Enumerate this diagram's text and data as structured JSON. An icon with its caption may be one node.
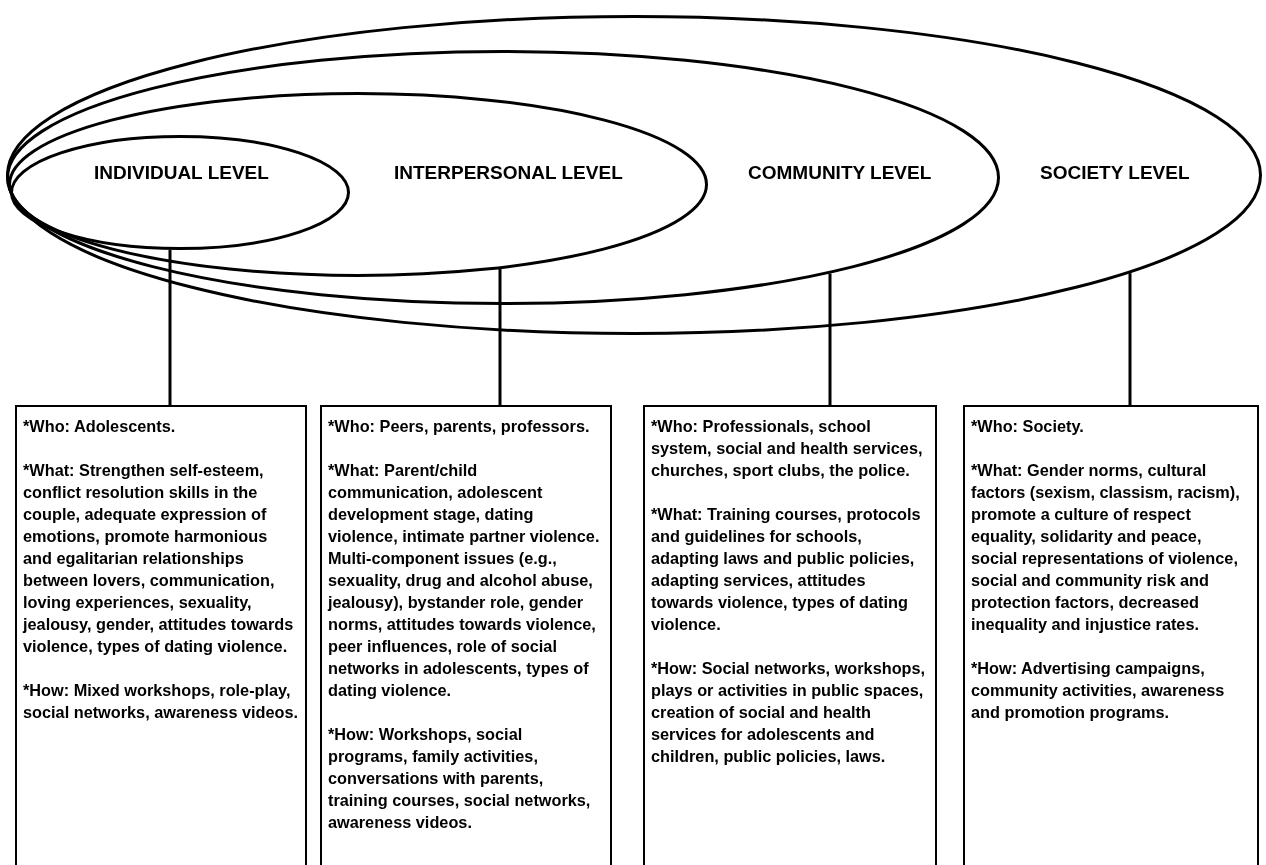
{
  "diagram": {
    "nodes": [
      {
        "text": [
          "SOCIETY LEVEL"
        ]
      },
      {
        "text": [
          "COMMUNITY LEVEL"
        ],
        "in": 0
      },
      {
        "text": [
          "INTERPERSONAL LEVEL"
        ],
        "in": 1
      },
      {
        "text": [
          "INDIVIDUAL LEVEL"
        ],
        "in": 2
      },
      {
        "text": [
          "*Who: Adolescents.",
          "*What: Strengthen self-esteem, conflict resolution skills in the couple, adequate expression of emotions, promote harmonious and egalitarian relationships between lovers, communication, loving experiences, sexuality, jealousy, gender, attitudes towards violence, types of dating violence.",
          "*How: Mixed workshops, role-play, social networks, awareness videos."
        ]
      },
      {
        "text": [
          "*Who: Peers, parents, professors.",
          "*What: Parent/child communication, adolescent development stage, dating violence, intimate partner violence. Multi-component issues (e.g., sexuality, drug and alcohol abuse, jealousy), bystander role, gender norms, attitudes towards violence, peer influences, role of social networks in adolescents, types of dating violence.",
          "*How: Workshops, social programs, family activities, conversations with parents, training courses, social networks, awareness videos."
        ]
      },
      {
        "text": [
          "*Who: Professionals, school system, social and health services, churches, sport clubs, the police.",
          "*What: Training courses, protocols and guidelines for schools, adapting laws and public policies, adapting services, attitudes towards violence, types of dating violence.",
          "*How: Social networks, workshops, plays or activities in public spaces, creation of social and health services for adolescents and children, public policies, laws."
        ]
      },
      {
        "text": [
          "*Who: Society.",
          "*What: Gender norms, cultural factors (sexism, classism, racism), promote a culture of respect equality, solidarity and peace, social representations of violence, social and community risk and protection factors, decreased inequality and injustice rates.",
          "*How: Advertising campaigns, community activities, awareness and promotion programs."
        ]
      }
    ],
    "edges": [
      {
        "from": 3,
        "to": 4,
        "arrow": "none"
      },
      {
        "from": 2,
        "to": 5,
        "arrow": "none"
      },
      {
        "from": 1,
        "to": 6,
        "arrow": "none"
      },
      {
        "from": 0,
        "to": 7,
        "arrow": "none"
      }
    ]
  }
}
